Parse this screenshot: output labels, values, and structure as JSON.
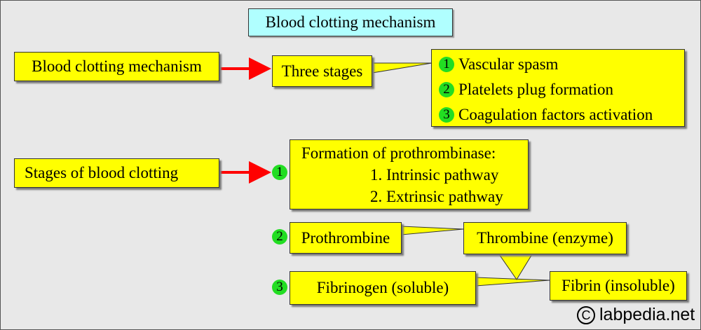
{
  "title": "Blood clotting mechanism",
  "row1": {
    "left_label": "Blood clotting mechanism",
    "middle_label": "Three stages",
    "stages": [
      {
        "num": "1",
        "label": "Vascular spasm"
      },
      {
        "num": "2",
        "label": "Platelets plug formation"
      },
      {
        "num": "3",
        "label": "Coagulation factors activation"
      }
    ]
  },
  "row2": {
    "left_label": "Stages of blood clotting",
    "stage1": {
      "num": "1",
      "heading": "Formation of prothrombinase:",
      "items": [
        "1. Intrinsic pathway",
        "2. Extrinsic pathway"
      ]
    },
    "stage2": {
      "num": "2",
      "from": "Prothrombine",
      "to": "Thrombine (enzyme)"
    },
    "stage3": {
      "num": "3",
      "from": "Fibrinogen (soluble)",
      "to": "Fibrin (insoluble)"
    }
  },
  "colors": {
    "box": "#ffff00",
    "title_box": "#b0ffff",
    "arrow": "#ff0000",
    "number_badge": "#22dd22",
    "background": "#e8e8e8"
  },
  "copyright": {
    "symbol": "C",
    "text": "labpedia.net"
  }
}
